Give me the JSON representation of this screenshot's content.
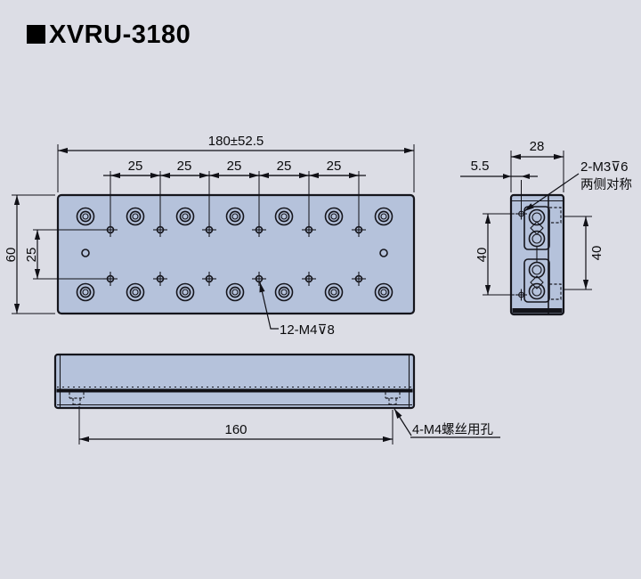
{
  "title": "XVRU-3180",
  "colors": {
    "background": "#dcdde5",
    "plate_fill": "#b5c2db",
    "line": "#15151c",
    "accent_dark_band": "#101016"
  },
  "top_view": {
    "dim_total_width": "180±52.5",
    "dim_pitch": [
      "25",
      "25",
      "25",
      "25",
      "25"
    ],
    "dim_height": "60",
    "dim_row_pitch": "25",
    "label_tapped_holes": "12-M4⊽8"
  },
  "front_view": {
    "dim_length": "160",
    "label_screw_holes": "4-M4螺丝用孔"
  },
  "side_view": {
    "dim_depth": "28",
    "dim_offset": "5.5",
    "dim_left_pitch": "40",
    "dim_right_pitch": "40",
    "label_side_holes_line1": "2-M3⊽6",
    "label_side_holes_line2": "两侧对称"
  }
}
